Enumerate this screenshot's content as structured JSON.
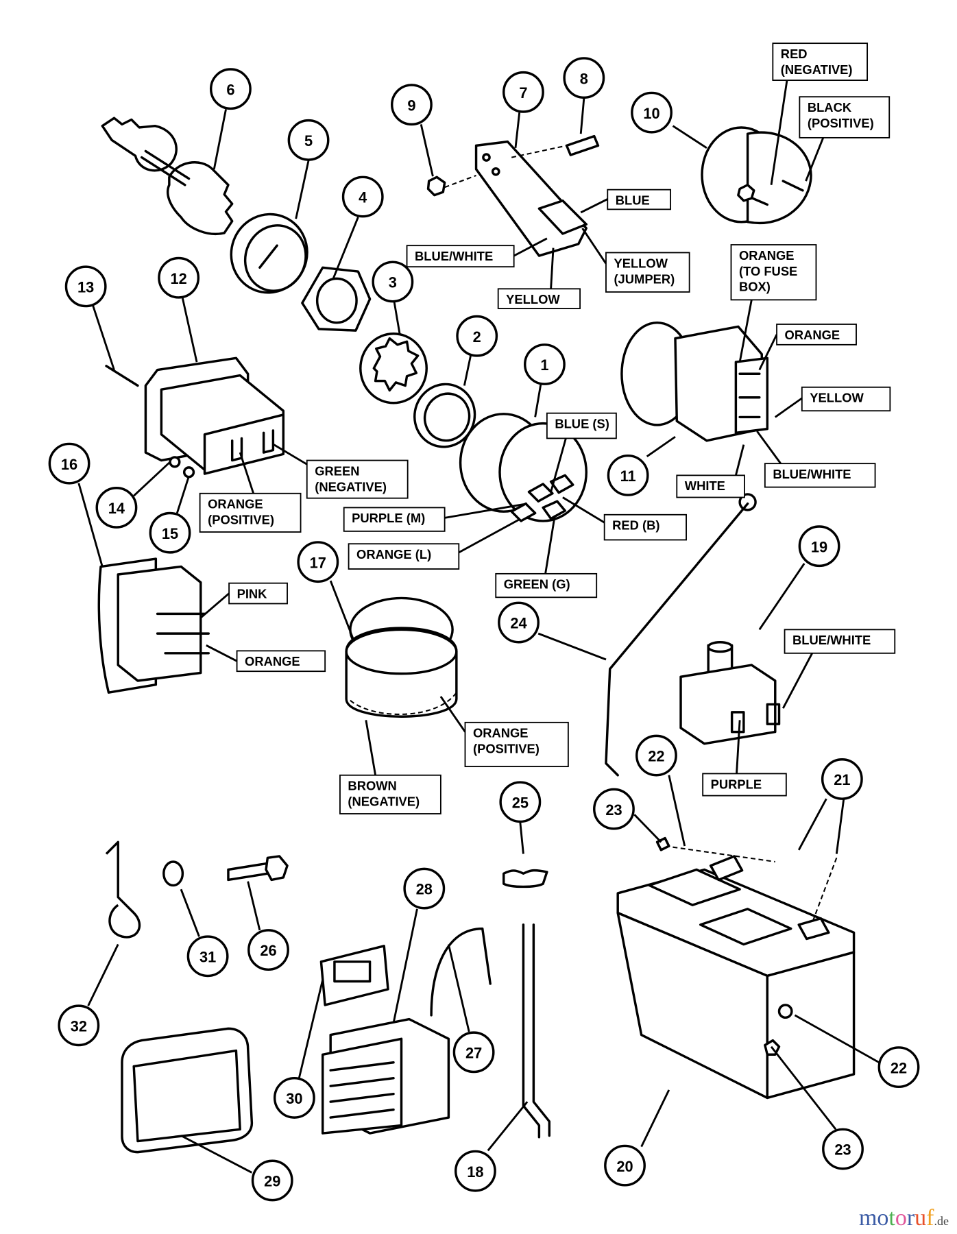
{
  "callouts": [
    "6",
    "5",
    "4",
    "9",
    "7",
    "8",
    "10",
    "13",
    "12",
    "3",
    "2",
    "1",
    "11",
    "16",
    "14",
    "15",
    "17",
    "24",
    "19",
    "22",
    "21",
    "23",
    "25",
    "28",
    "31",
    "26",
    "32",
    "27",
    "30",
    "22",
    "23",
    "29",
    "18",
    "20"
  ],
  "labels": [
    [
      "RED",
      "(NEGATIVE)"
    ],
    [
      "BLACK",
      "(POSITIVE)"
    ],
    [
      "BLUE"
    ],
    [
      "BLUE/WHITE"
    ],
    [
      "YELLOW",
      "(JUMPER)"
    ],
    [
      "YELLOW"
    ],
    [
      "ORANGE",
      "(TO FUSE",
      "BOX)"
    ],
    [
      "ORANGE"
    ],
    [
      "YELLOW"
    ],
    [
      "BLUE (S)"
    ],
    [
      "WHITE"
    ],
    [
      "BLUE/WHITE"
    ],
    [
      "GREEN",
      "(NEGATIVE)"
    ],
    [
      "ORANGE",
      "(POSITIVE)"
    ],
    [
      "PURPLE (M)"
    ],
    [
      "RED (B)"
    ],
    [
      "ORANGE (L)"
    ],
    [
      "GREEN (G)"
    ],
    [
      "PINK"
    ],
    [
      "ORANGE"
    ],
    [
      "BLUE/WHITE"
    ],
    [
      "ORANGE",
      "(POSITIVE)"
    ],
    [
      "BROWN",
      "(NEGATIVE)"
    ],
    [
      "PURPLE"
    ]
  ],
  "watermark": {
    "text": "motoruf",
    "suffix": ".de",
    "colors": [
      "#3b5ba5",
      "#3b5ba5",
      "#4caf50",
      "#e0559a",
      "#3b5ba5",
      "#e8502a",
      "#f0a020",
      "#e8b820"
    ]
  }
}
